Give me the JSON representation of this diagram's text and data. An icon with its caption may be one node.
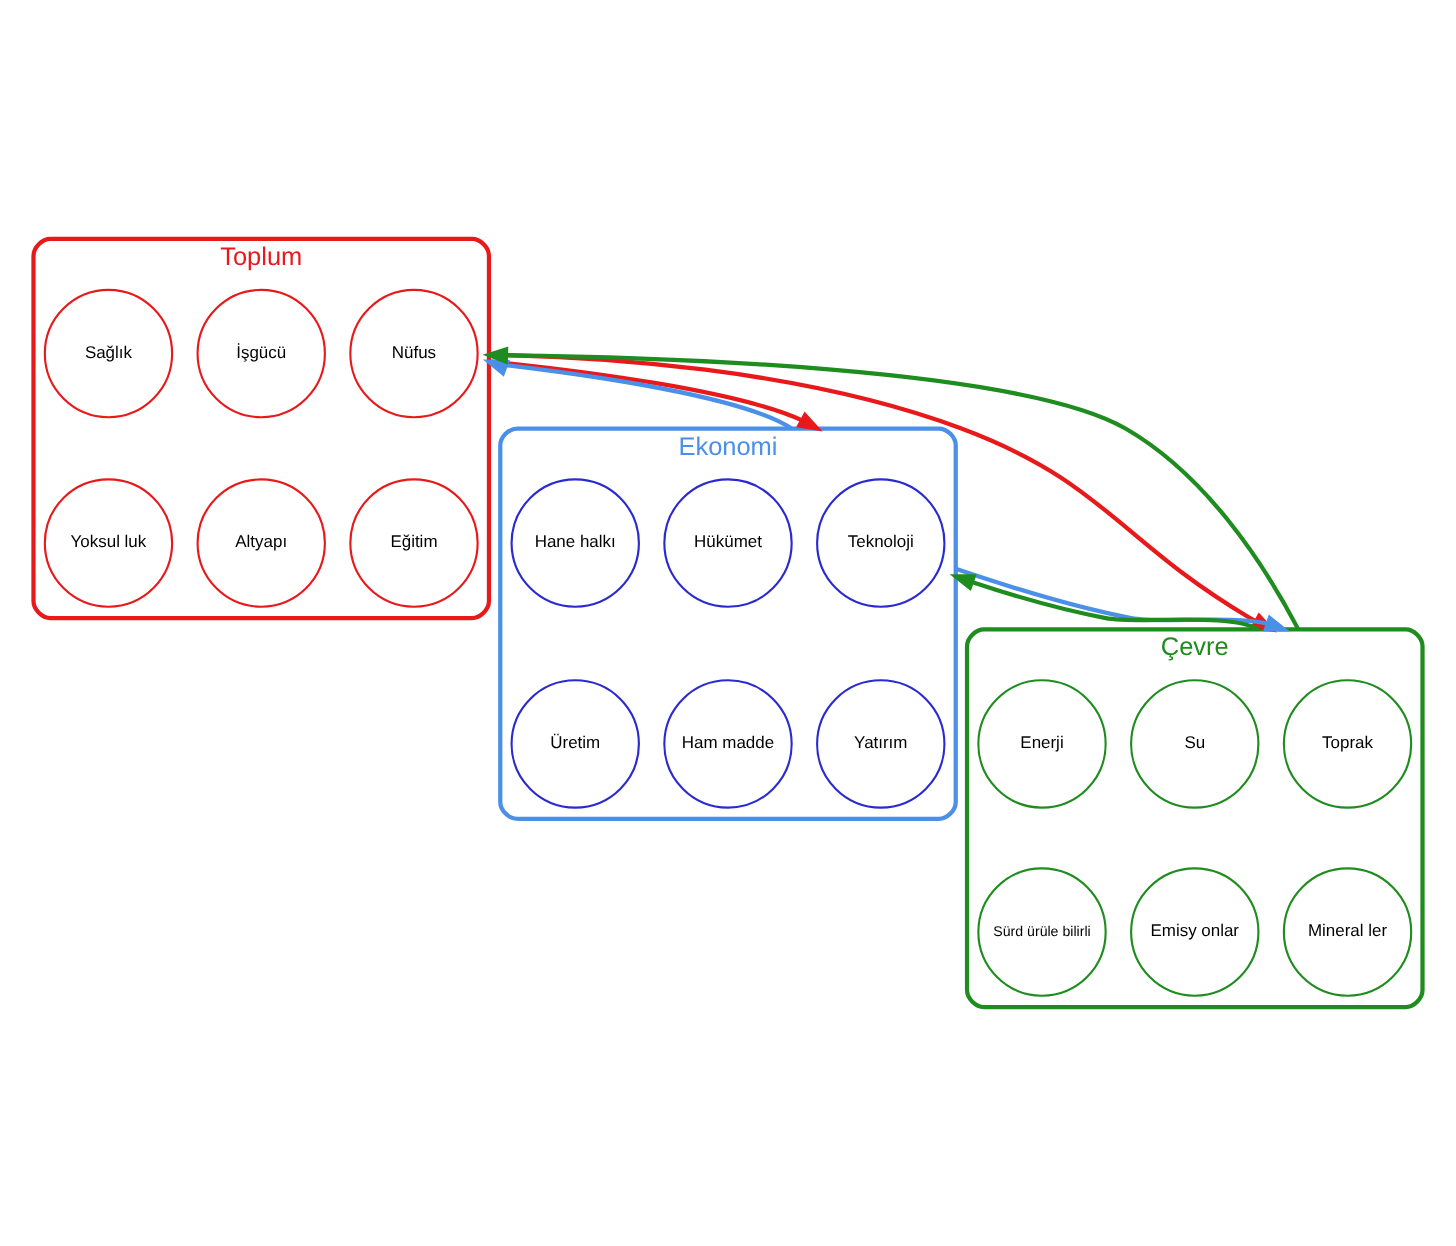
{
  "diagram": {
    "nodes": [
      {
        "text": [
          "Toplum"
        ]
      },
      {
        "text": [
          "Nüfus"
        ],
        "in": 0
      },
      {
        "text": [
          "İşgücü"
        ],
        "in": 0
      },
      {
        "text": [
          "Sağlık"
        ],
        "in": 0
      },
      {
        "text": [
          "Eğitim"
        ],
        "in": 0
      },
      {
        "text": [
          "Altyapı"
        ],
        "in": 0
      },
      {
        "text": [
          "Yoksul luk"
        ],
        "in": 0
      },
      {
        "text": [
          "Ekonomi"
        ]
      },
      {
        "text": [
          "Teknoloji"
        ],
        "in": 7
      },
      {
        "text": [
          "Hükümet"
        ],
        "in": 7
      },
      {
        "text": [
          "Hane halkı"
        ],
        "in": 7
      },
      {
        "text": [
          "Yatırım"
        ],
        "in": 7
      },
      {
        "text": [
          "Ham madde"
        ],
        "in": 7
      },
      {
        "text": [
          "Üretim"
        ],
        "in": 7
      },
      {
        "text": [
          "Çevre"
        ]
      },
      {
        "text": [
          "Toprak"
        ],
        "in": 14
      },
      {
        "text": [
          "Su"
        ],
        "in": 14
      },
      {
        "text": [
          "Enerji"
        ],
        "in": 14
      },
      {
        "text": [
          "Mineral ler"
        ],
        "in": 14
      },
      {
        "text": [
          "Emisy onlar"
        ],
        "in": 14
      },
      {
        "text": [
          "Sürd ürüle bilirli"
        ],
        "in": 14
      }
    ],
    "edges": [
      {
        "from": 0,
        "to": 7,
        "arrow": "to",
        "color": "#e8191b"
      },
      {
        "from": 7,
        "to": 0,
        "arrow": "to",
        "color": "#4a8fe8"
      },
      {
        "from": 0,
        "to": 14,
        "arrow": "to",
        "color": "#e8191b"
      },
      {
        "from": 14,
        "to": 0,
        "arrow": "to",
        "color": "#1e8c1e"
      },
      {
        "from": 7,
        "to": 14,
        "arrow": "to",
        "color": "#4a8fe8"
      },
      {
        "from": 14,
        "to": 7,
        "arrow": "to",
        "color": "#1e8c1e"
      }
    ]
  }
}
